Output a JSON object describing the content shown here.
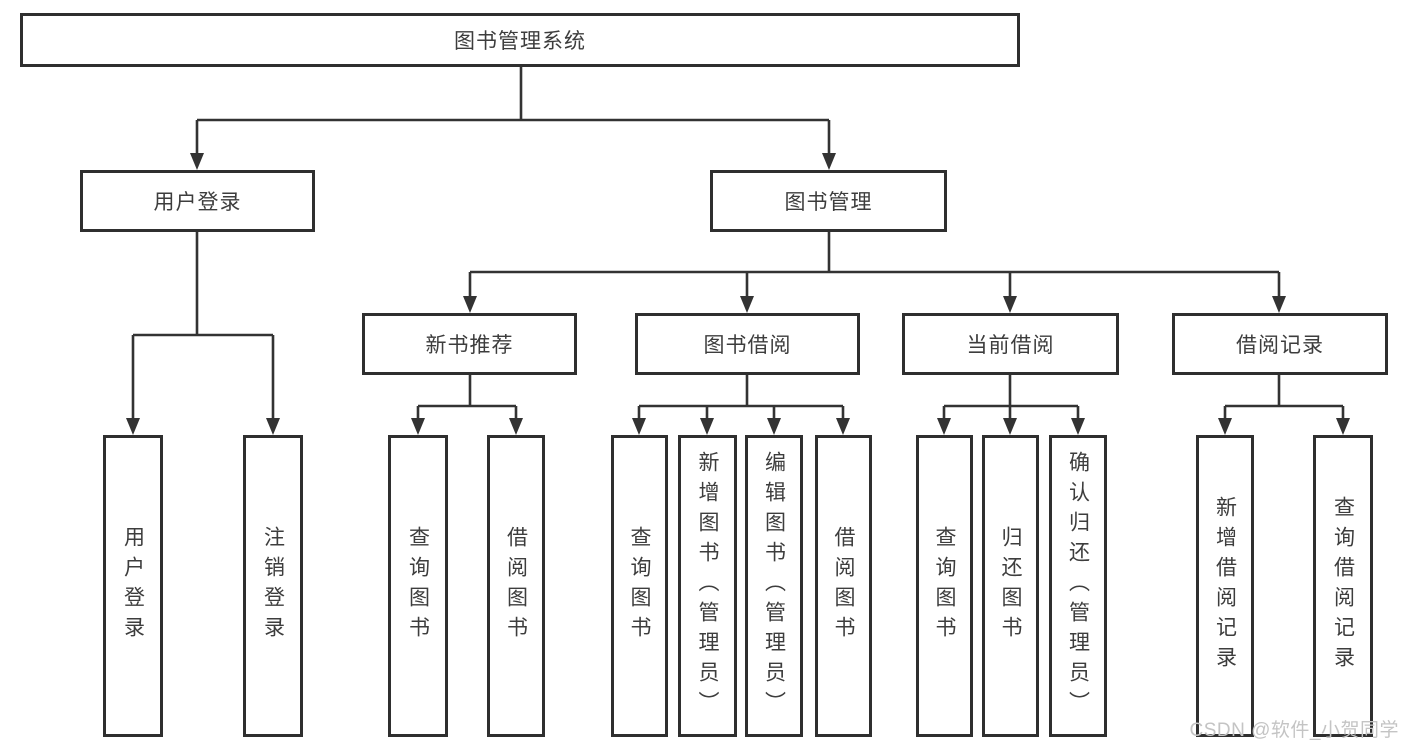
{
  "tree": {
    "root": {
      "label": "图书管理系统"
    },
    "branches": [
      {
        "label": "用户登录",
        "leaves": [
          {
            "label": "用户登录"
          },
          {
            "label": "注销登录"
          }
        ]
      },
      {
        "label": "图书管理",
        "groups": [
          {
            "label": "新书推荐",
            "leaves": [
              {
                "label": "查询图书"
              },
              {
                "label": "借阅图书"
              }
            ]
          },
          {
            "label": "图书借阅",
            "leaves": [
              {
                "label": "查询图书"
              },
              {
                "label": "新增图书（管理员）"
              },
              {
                "label": "编辑图书（管理员）"
              },
              {
                "label": "借阅图书"
              }
            ]
          },
          {
            "label": "当前借阅",
            "leaves": [
              {
                "label": "查询图书"
              },
              {
                "label": "归还图书"
              },
              {
                "label": "确认归还（管理员）"
              }
            ]
          },
          {
            "label": "借阅记录",
            "leaves": [
              {
                "label": "新增借阅记录"
              },
              {
                "label": "查询借阅记录"
              }
            ]
          }
        ]
      }
    ]
  },
  "watermark": "CSDN @软件_小贺同学",
  "colors": {
    "line": "#333333",
    "box_border": "#2f2f2f",
    "text": "#3d3d3d",
    "watermark": "#c4c4c4",
    "background": "#ffffff"
  }
}
